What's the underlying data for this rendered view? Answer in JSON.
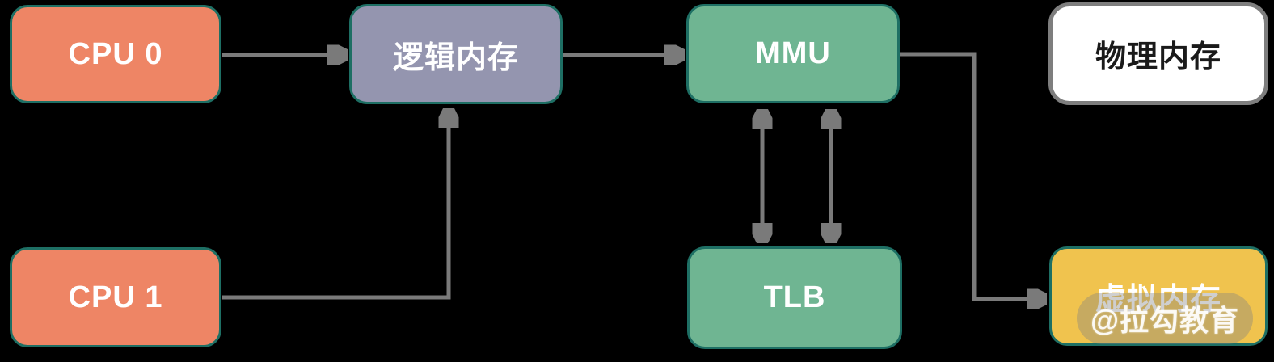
{
  "diagram": {
    "background_color": "#000000",
    "arrow_color": "#7A7A7A",
    "border_color_teal": "#1E6F64",
    "nodes": [
      {
        "id": "cpu0",
        "label": "CPU 0",
        "fill": "#EE8565",
        "border": "#1E6F64",
        "text_color": "#FFFFFF"
      },
      {
        "id": "logical-memory",
        "label": "逻辑内存",
        "fill": "#9495AF",
        "border": "#1E6F64",
        "text_color": "#FFFFFF"
      },
      {
        "id": "mmu",
        "label": "MMU",
        "fill": "#6FB592",
        "border": "#1E6F64",
        "text_color": "#FFFFFF"
      },
      {
        "id": "physical-memory",
        "label": "物理内存",
        "fill": "#FFFFFF",
        "border": "#7E7E7E",
        "text_color": "#1A1A1A"
      },
      {
        "id": "cpu1",
        "label": "CPU 1",
        "fill": "#EE8565",
        "border": "#1E6F64",
        "text_color": "#FFFFFF"
      },
      {
        "id": "tlb",
        "label": "TLB",
        "fill": "#6FB592",
        "border": "#1E6F64",
        "text_color": "#FFFFFF"
      },
      {
        "id": "virtual-memory",
        "label": "虚拟内存",
        "fill": "#F0C34E",
        "border": "#1E6F64",
        "text_color": "#FFFFFF"
      }
    ],
    "edges": [
      {
        "from": "cpu0",
        "to": "logical-memory",
        "direction": "single",
        "shape": "straight-horizontal"
      },
      {
        "from": "cpu1",
        "to": "logical-memory",
        "direction": "single",
        "shape": "elbow-right-then-up"
      },
      {
        "from": "logical-memory",
        "to": "mmu",
        "direction": "single",
        "shape": "straight-horizontal"
      },
      {
        "from": "mmu",
        "to": "tlb",
        "direction": "double",
        "shape": "straight-vertical-left"
      },
      {
        "from": "mmu",
        "to": "tlb",
        "direction": "double",
        "shape": "straight-vertical-right"
      },
      {
        "from": "mmu",
        "to": "virtual-memory",
        "direction": "single",
        "shape": "elbow-right-down-right"
      }
    ],
    "watermark": {
      "label": "@拉勾教育"
    }
  }
}
